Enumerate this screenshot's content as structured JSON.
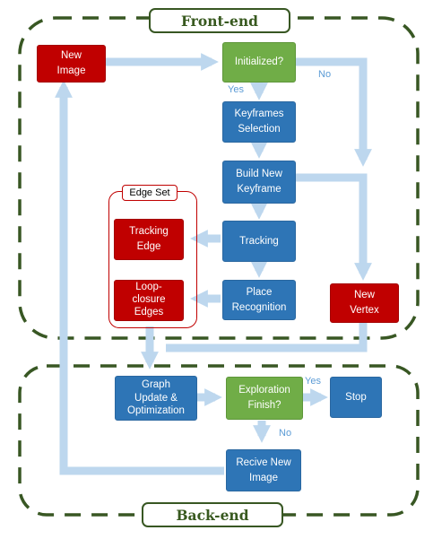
{
  "sections": {
    "frontend_title": "Front-end",
    "backend_title": "Back-end"
  },
  "nodes": {
    "new_image": "New\nImage",
    "initialized": "Initialized?",
    "keyframes_selection": "Keyframes\nSelection",
    "build_new_keyframe": "Build New\nKeyframe",
    "tracking": "Tracking",
    "place_recognition": "Place\nRecognition",
    "new_vertex": "New\nVertex",
    "tracking_edge": "Tracking\nEdge",
    "loop_closure_edges": "Loop-\nclosure\nEdges",
    "graph_update": "Graph\nUpdate &\nOptimization",
    "exploration_finish": "Exploration\nFinish?",
    "stop": "Stop",
    "receive_new_image": "Recive New\nImage"
  },
  "edge_set": {
    "title": "Edge Set"
  },
  "edge_labels": {
    "initialized_yes": "Yes",
    "initialized_no": "No",
    "finish_yes": "Yes",
    "finish_no": "No"
  },
  "colors": {
    "red_node": "#c00000",
    "blue_node": "#2e75b6",
    "green_node": "#70ad47",
    "arrow": "#bdd7ee",
    "region_border": "#385723",
    "edge_text": "#5b9bd5"
  }
}
